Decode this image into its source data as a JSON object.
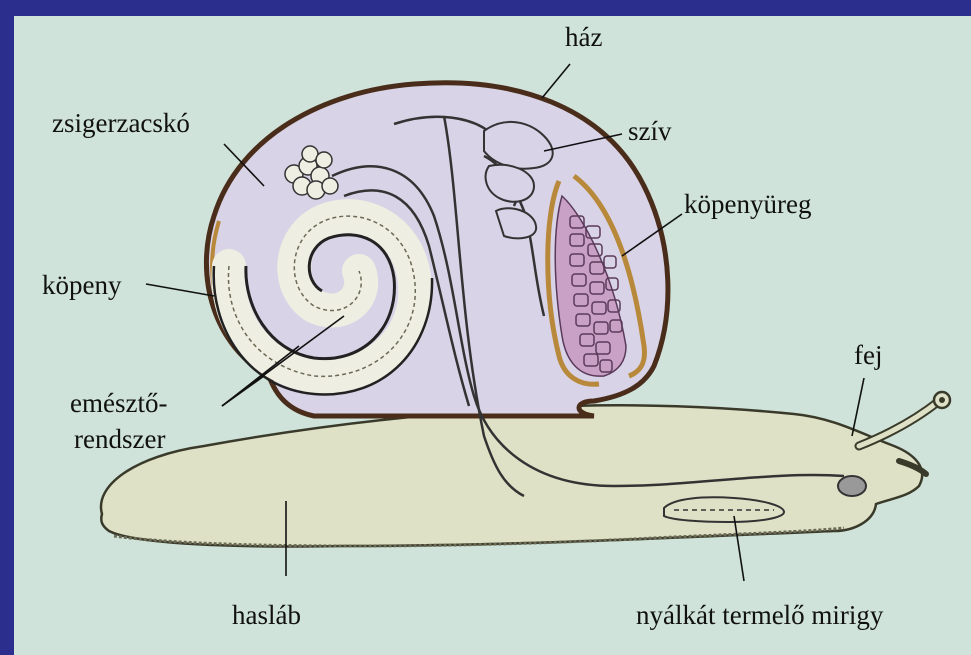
{
  "labels": {
    "haz": "ház",
    "sziv": "szív",
    "zsigerzacsko": "zsigerzacskó",
    "kopenyureg": "köpenyüreg",
    "kopeny": "köpeny",
    "fej": "fej",
    "emeszto_line1": "emésztő-",
    "emeszto_line2": "rendszer",
    "haslab": "hasláb",
    "nyalkat": "nyálkát termelő mirigy"
  },
  "colors": {
    "background_frame": "#2b2e8c",
    "background": "#cfe3da",
    "shell_interior": "#d8d3e6",
    "shell_outline": "#4a2c1a",
    "mantle": "#b9893b",
    "body": "#dfe1c6",
    "gland_lung": "#c9a0c6"
  }
}
